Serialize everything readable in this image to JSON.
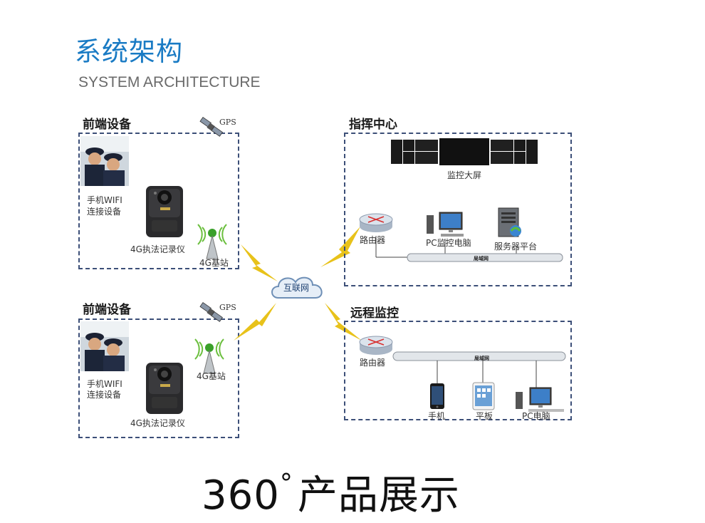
{
  "header": {
    "title_cn": "系统架构",
    "title_en": "SYSTEM ARCHITECTURE"
  },
  "front_end_1": {
    "label": "前端设备",
    "gps": "GPS",
    "wifi_line1": "手机WIFI",
    "wifi_line2": "连接设备",
    "recorder": "4G执法记录仪",
    "base_station": "4G基站"
  },
  "front_end_2": {
    "label": "前端设备",
    "gps": "GPS",
    "wifi_line1": "手机WIFI",
    "wifi_line2": "连接设备",
    "recorder": "4G执法记录仪",
    "base_station": "4G基站"
  },
  "internet": {
    "label": "互联网"
  },
  "command_center": {
    "label": "指挥中心",
    "screen": "监控大屏",
    "router": "路由器",
    "pc": "PC监控电脑",
    "server": "服务器平台",
    "lan": "局域网"
  },
  "remote": {
    "label": "远程监控",
    "router": "路由器",
    "lan": "局域网",
    "phone": "手机",
    "tablet": "平板",
    "pc": "PC电脑"
  },
  "footer": {
    "number": "360",
    "degree": "°",
    "text": "产品展示"
  },
  "colors": {
    "title_blue": "#1a7bc4",
    "dash_border": "#3c4f78",
    "lightning": "#e8c21a"
  }
}
